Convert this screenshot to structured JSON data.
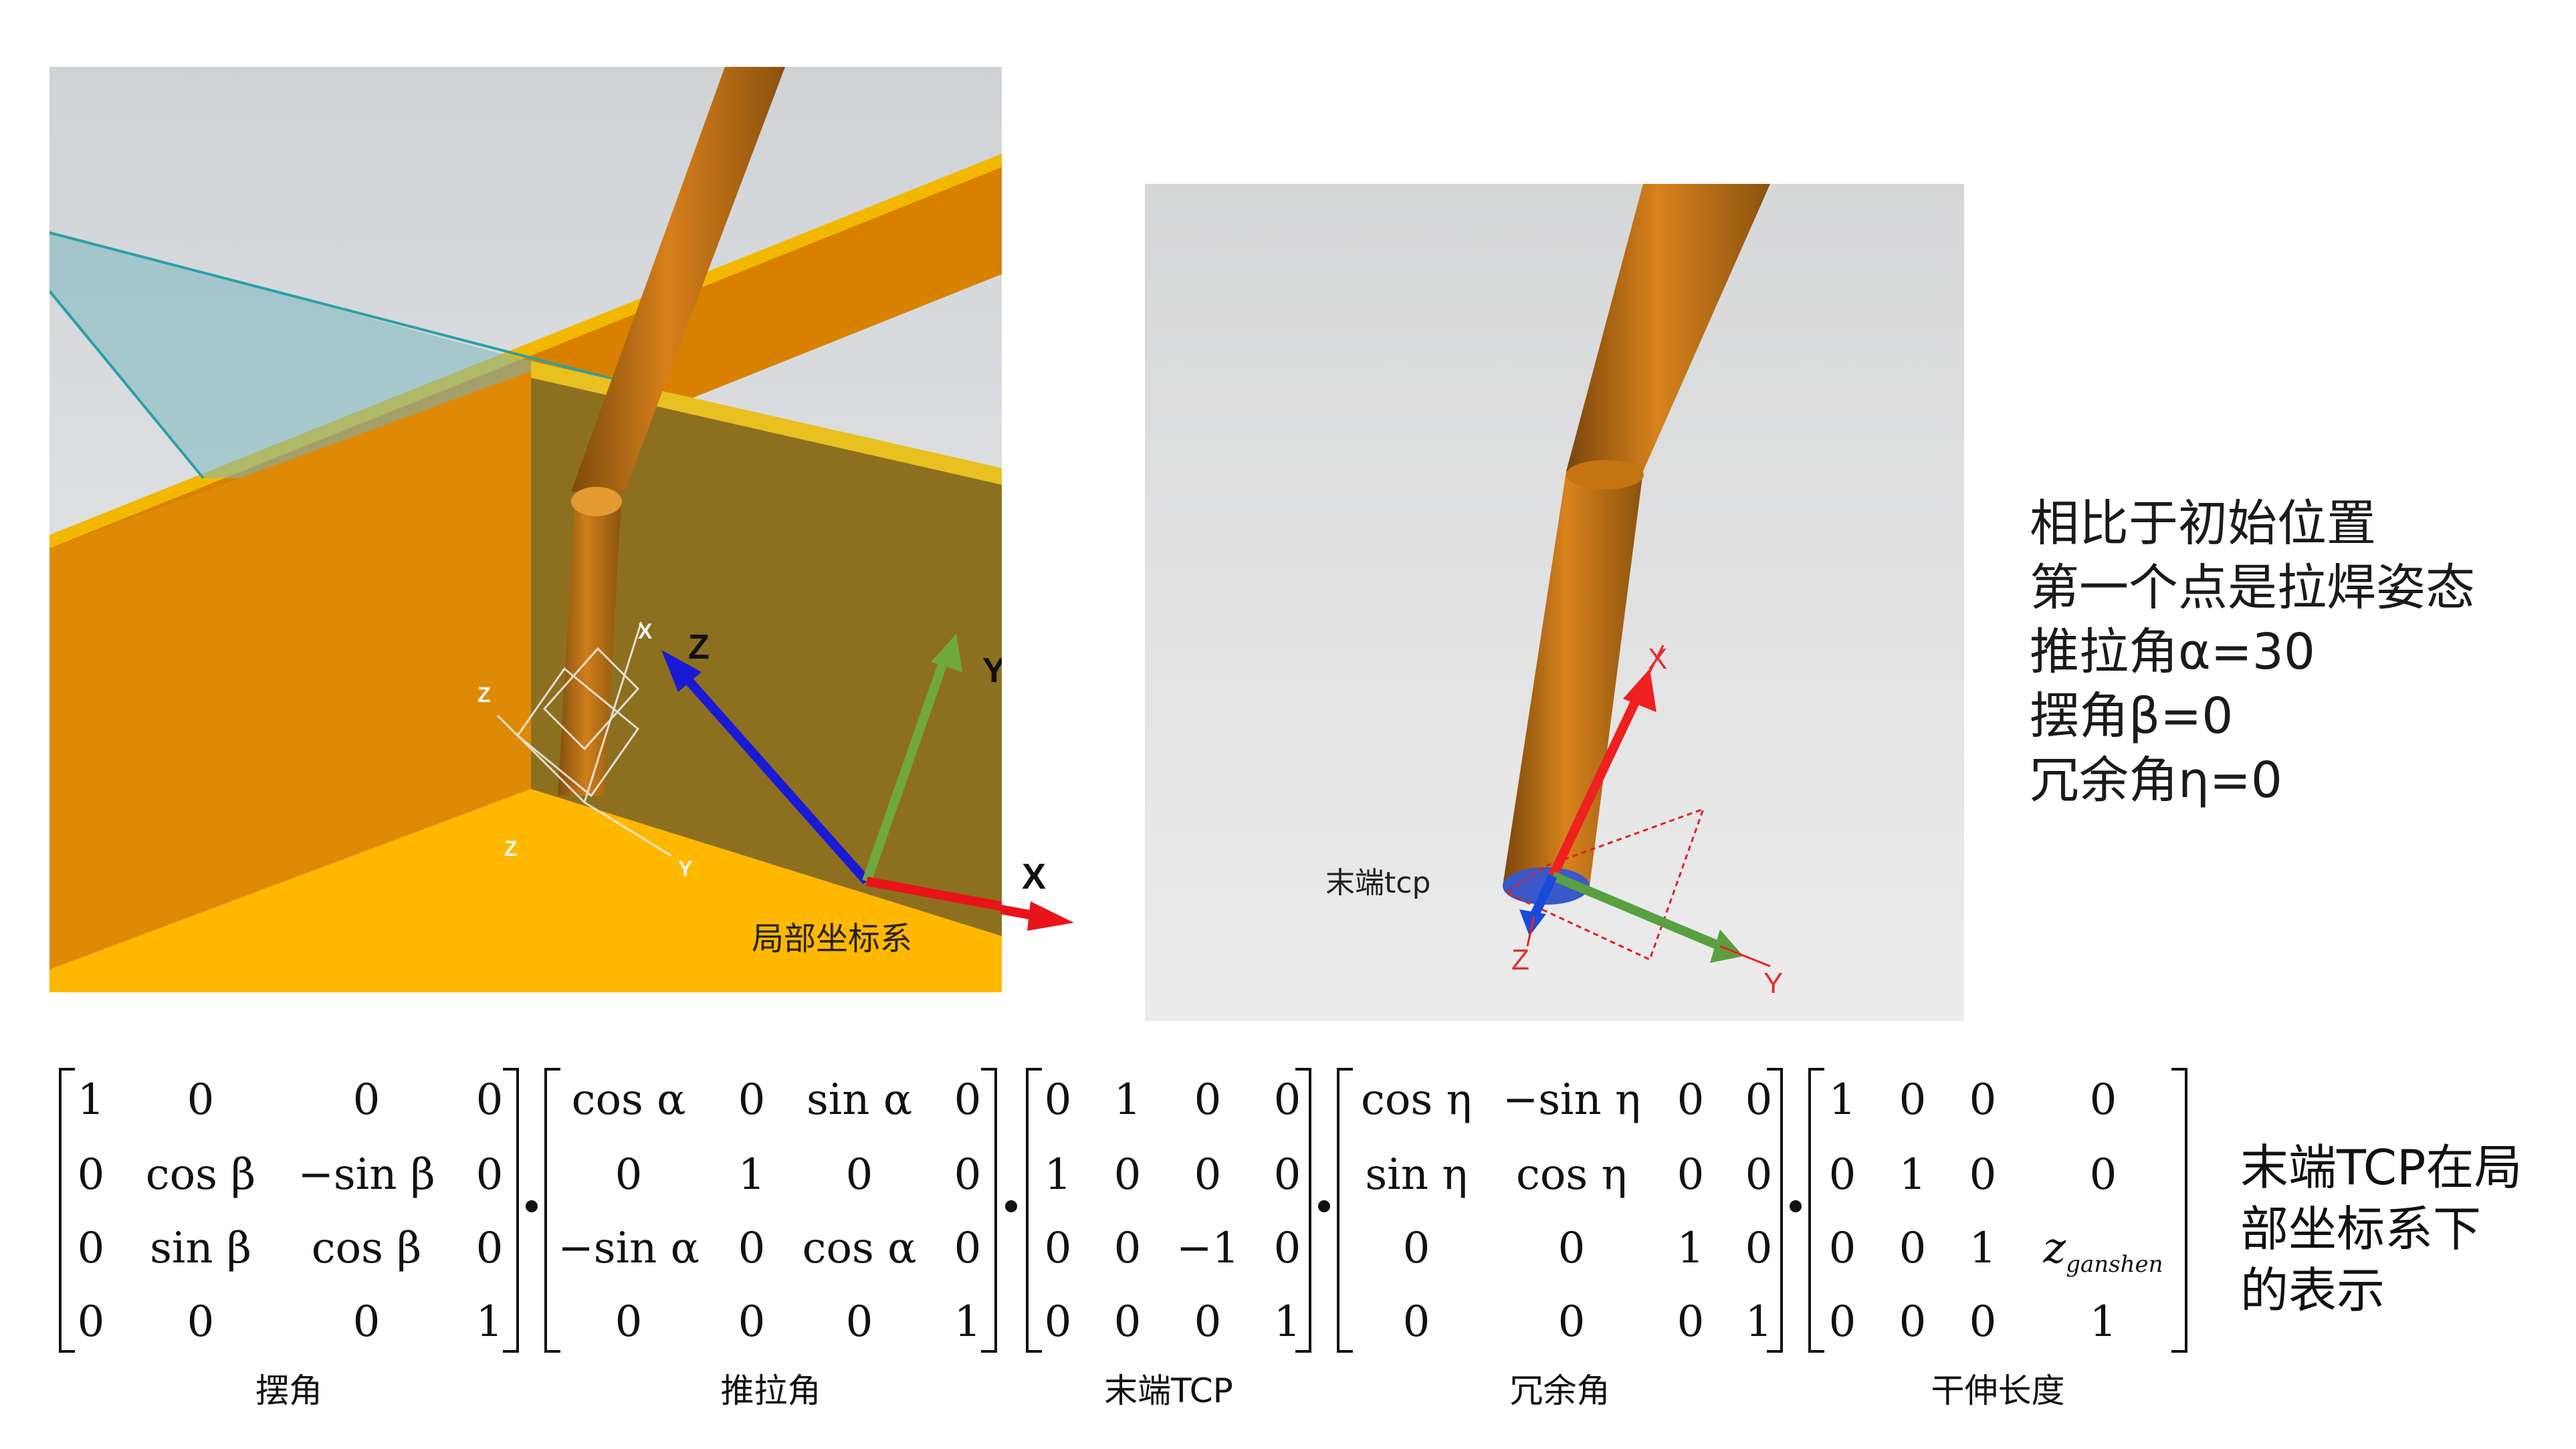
{
  "left_view": {
    "axis_labels": {
      "z": "Z",
      "y": "Y",
      "x": "X"
    },
    "frame_label": "局部坐标系",
    "mini_axis_labels": {
      "x": "X",
      "y": "Y",
      "z": "Z",
      "z2": "Z"
    },
    "colors": {
      "plate": "#ffbb00",
      "wall": "#8c7020",
      "wire": "#c87212",
      "x_axis": "#e8141a",
      "y_axis": "#70a83c",
      "z_axis": "#1a1ad6"
    }
  },
  "right_view": {
    "tcp_label": "末端tcp",
    "axis_labels": {
      "x": "X",
      "y": "Y",
      "z": "Z"
    },
    "colors": {
      "x_axis": "#ee2020",
      "y_axis": "#58a040",
      "z_axis": "#1a4ad8",
      "wire": "#c87212"
    }
  },
  "notes": {
    "lines": [
      "相比于初始位置",
      "第一个点是拉焊姿态",
      "推拉角α=30",
      "摆角β=0",
      "冗余角η=0"
    ]
  },
  "matrices": [
    {
      "caption": "摆角",
      "rows": [
        [
          "1",
          "0",
          "0",
          "0"
        ],
        [
          "0",
          "cos β",
          "−sin β",
          "0"
        ],
        [
          "0",
          "sin β",
          "cos β",
          "0"
        ],
        [
          "0",
          "0",
          "0",
          "1"
        ]
      ]
    },
    {
      "caption": "推拉角",
      "rows": [
        [
          "cos α",
          "0",
          "sin α",
          "0"
        ],
        [
          "0",
          "1",
          "0",
          "0"
        ],
        [
          "−sin α",
          "0",
          "cos α",
          "0"
        ],
        [
          "0",
          "0",
          "0",
          "1"
        ]
      ]
    },
    {
      "caption": "末端TCP",
      "rows": [
        [
          "0",
          "1",
          "0",
          "0"
        ],
        [
          "1",
          "0",
          "0",
          "0"
        ],
        [
          "0",
          "0",
          "−1",
          "0"
        ],
        [
          "0",
          "0",
          "0",
          "1"
        ]
      ]
    },
    {
      "caption": "冗余角",
      "rows": [
        [
          "cos η",
          "−sin η",
          "0",
          "0"
        ],
        [
          "sin η",
          "cos η",
          "0",
          "0"
        ],
        [
          "0",
          "0",
          "1",
          "0"
        ],
        [
          "0",
          "0",
          "0",
          "1"
        ]
      ]
    },
    {
      "caption": "干伸长度",
      "rows": [
        [
          "1",
          "0",
          "0",
          "0"
        ],
        [
          "0",
          "1",
          "0",
          "0"
        ],
        [
          "0",
          "0",
          "1",
          "z_ganshen"
        ],
        [
          "0",
          "0",
          "0",
          "1"
        ]
      ]
    }
  ],
  "result_text": {
    "lines": [
      "末端TCP在局",
      "部坐标系下",
      "的表示"
    ]
  }
}
